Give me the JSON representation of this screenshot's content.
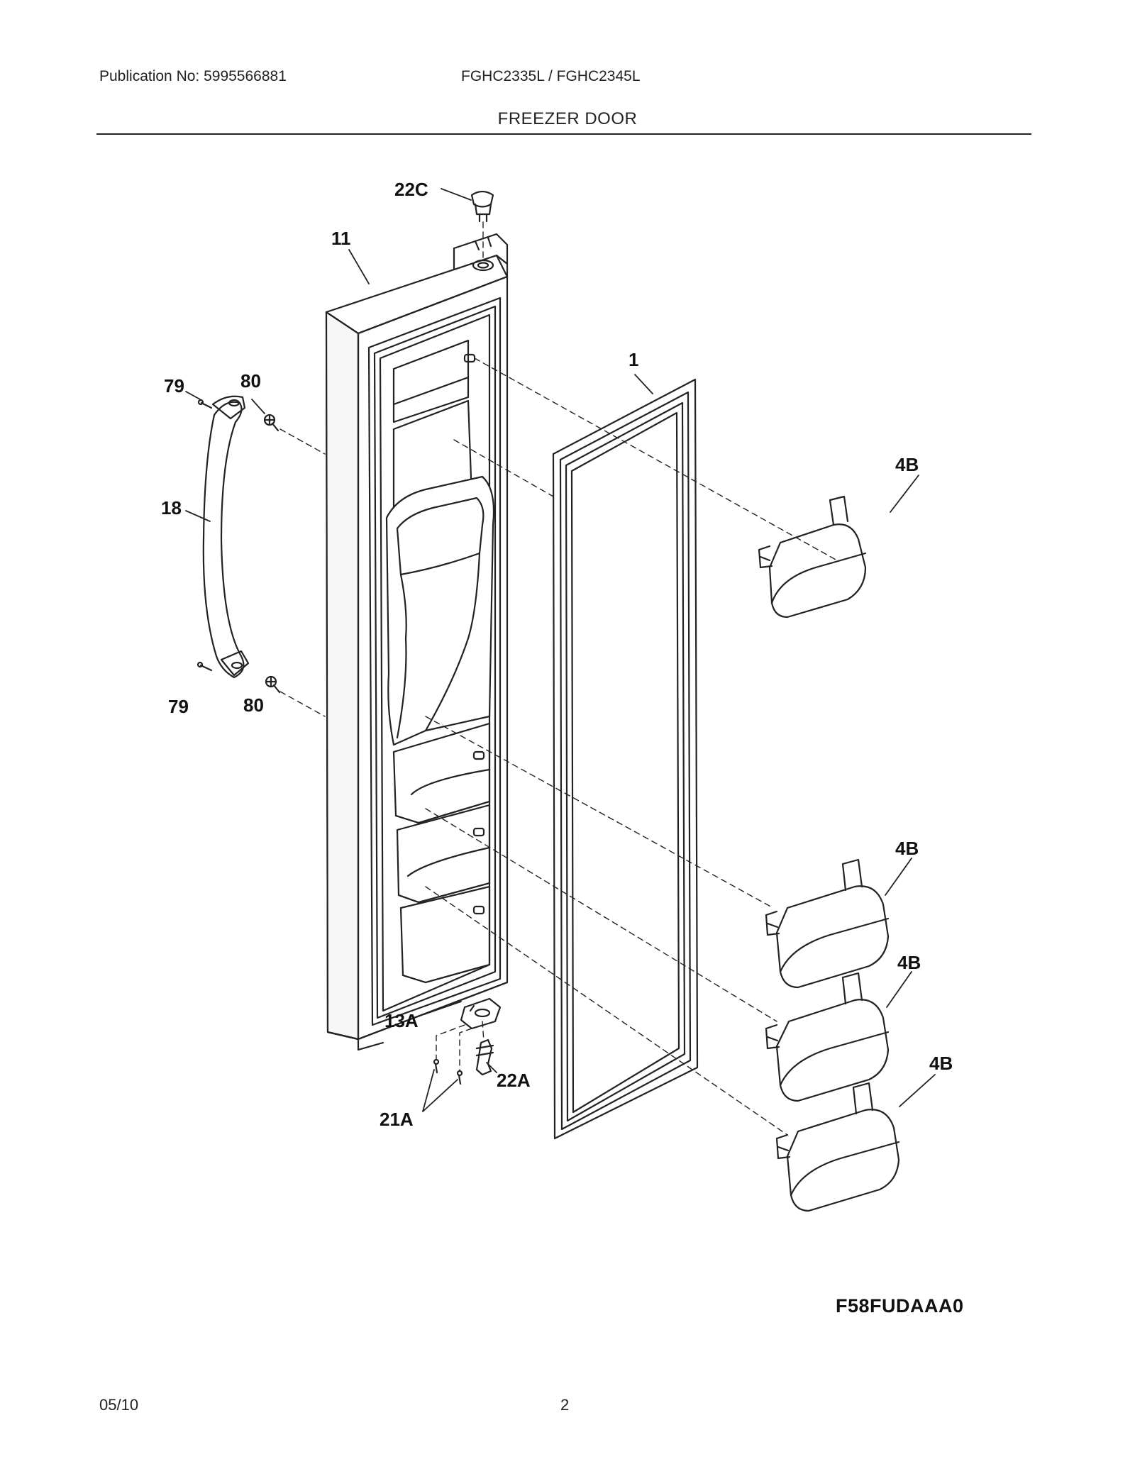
{
  "header": {
    "publication": "Publication No: 5995566881",
    "models": "FGHC2335L / FGHC2345L",
    "section_title": "FREEZER DOOR"
  },
  "diagram": {
    "callouts": {
      "c22C": "22C",
      "c11": "11",
      "c1": "1",
      "c79_top": "79",
      "c80_top": "80",
      "c18": "18",
      "c79_bottom": "79",
      "c80_bottom": "80",
      "c4B_1": "4B",
      "c4B_2": "4B",
      "c4B_3": "4B",
      "c4B_4": "4B",
      "c13A": "13A",
      "c22A": "22A",
      "c21A": "21A"
    },
    "code": "F58FUDAAA0"
  },
  "footer": {
    "date": "05/10",
    "page": "2"
  }
}
